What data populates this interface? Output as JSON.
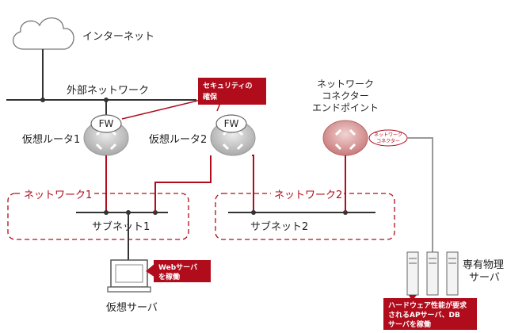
{
  "labels": {
    "internet": "インターネット",
    "external_network": "外部ネットワーク",
    "router1": "仮想ルータ1",
    "router2": "仮想ルータ2",
    "fw": "FW",
    "connector_endpoint_line1": "ネットワーク",
    "connector_endpoint_line2": "コネクター",
    "connector_endpoint_line3": "エンドポイント",
    "connector_tag_line1": "ネットワーク",
    "connector_tag_line2": "コネクター",
    "network1": "ネットワーク1",
    "network2": "ネットワーク2",
    "subnet1": "サブネット1",
    "subnet2": "サブネット2",
    "virtual_server": "仮想サーバ",
    "dedicated_server_line1": "専有物理",
    "dedicated_server_line2": "サーバ"
  },
  "callouts": {
    "security_line1": "セキュリティの",
    "security_line2": "確保",
    "web_line1": "Webサーバ",
    "web_line2": "を稼働",
    "hw_line1": "ハードウェア性能が要求",
    "hw_line2": "されるAPサーバ、DB",
    "hw_line3": "サーバを稼働"
  },
  "colors": {
    "accent_red": "#b00c1c",
    "line_dark": "#333333",
    "gray_line": "#999999",
    "router_gray": "#b9b9b9",
    "connector_red": "#d48a8a"
  }
}
